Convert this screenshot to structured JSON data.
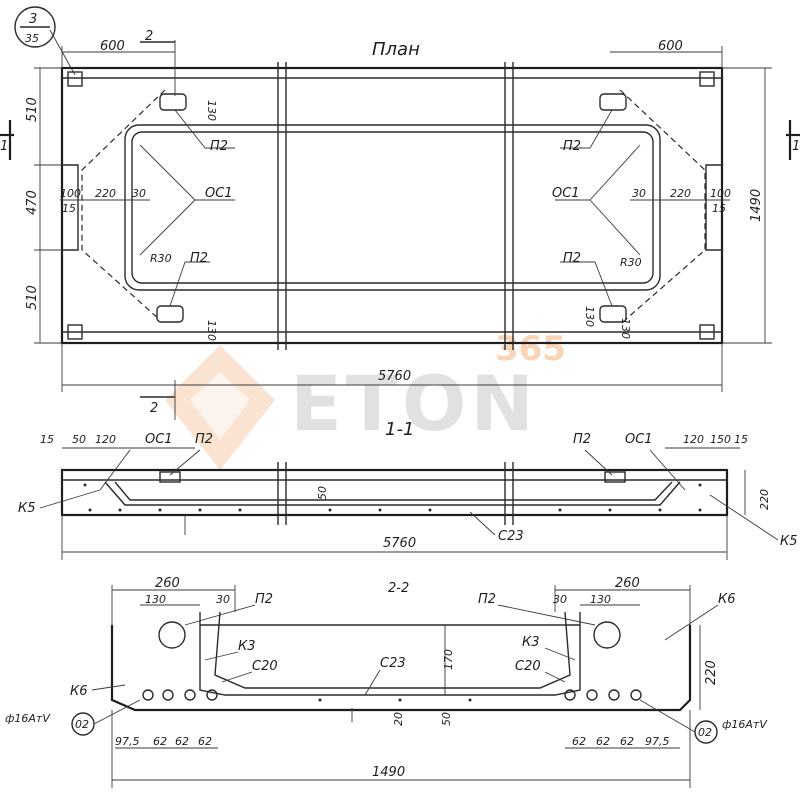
{
  "sheet_ref": {
    "top": "3",
    "bottom": "35"
  },
  "plan": {
    "title": "План",
    "dims": {
      "left_top": "600",
      "right_top": "600",
      "section_mark_top": "2",
      "left_510_top": "510",
      "left_470": "470",
      "left_510_bottom": "510",
      "right_total": "1490",
      "bottom_total": "5760",
      "small_130_a": "130",
      "small_130_b": "130",
      "small_130_c": "130",
      "small_130_d": "130",
      "left_100": "100",
      "left_15": "15",
      "left_220": "220",
      "left_30": "30",
      "right_30": "30",
      "right_220": "220",
      "right_100": "100",
      "right_15": "15",
      "r30_left": "R30",
      "r30_right": "R30",
      "section_mark_bottom": "2",
      "mark_1_left": "1",
      "mark_1_right": "1"
    },
    "labels": {
      "p2_lt": "П2",
      "p2_lb": "П2",
      "p2_rt": "П2",
      "p2_rb": "П2",
      "oc1_l": "ОС1",
      "oc1_r": "ОС1"
    }
  },
  "section_1": {
    "title": "1-1",
    "dims": {
      "d15_l": "15",
      "d50_l": "50",
      "d120_l": "120",
      "d120_r": "120",
      "d150_r": "150",
      "d15_r": "15",
      "d220": "220",
      "d50_mid": "50",
      "total": "5760"
    },
    "labels": {
      "oc1_l": "ОС1",
      "oc1_r": "ОС1",
      "p2_l": "П2",
      "p2_r": "П2",
      "k5_l": "К5",
      "k5_r": "К5",
      "c23": "С23"
    }
  },
  "section_2": {
    "title": "2-2",
    "dims": {
      "d260_l": "260",
      "d130_l": "130",
      "d30_l": "30",
      "d260_r": "260",
      "d130_r": "130",
      "d30_r": "30",
      "d170": "170",
      "d220": "220",
      "d20": "20",
      "d50": "50",
      "b97_l": "97,5",
      "b62_l1": "62",
      "b62_l2": "62",
      "b62_l3": "62",
      "b62_r1": "62",
      "b62_r2": "62",
      "b62_r3": "62",
      "b97_r": "97,5",
      "total": "1490"
    },
    "labels": {
      "p2_l": "П2",
      "p2_r": "П2",
      "k3_l": "К3",
      "k3_r": "К3",
      "c20_l": "С20",
      "c20_r": "С20",
      "c23": "С23",
      "k6_l": "К6",
      "k6_r": "К6",
      "rebar_l": "ф16АтV",
      "rebar_r": "ф16АтV",
      "pos_l": "02",
      "pos_r": "02"
    }
  },
  "watermark": {
    "brand": "ETON",
    "number": "365"
  }
}
